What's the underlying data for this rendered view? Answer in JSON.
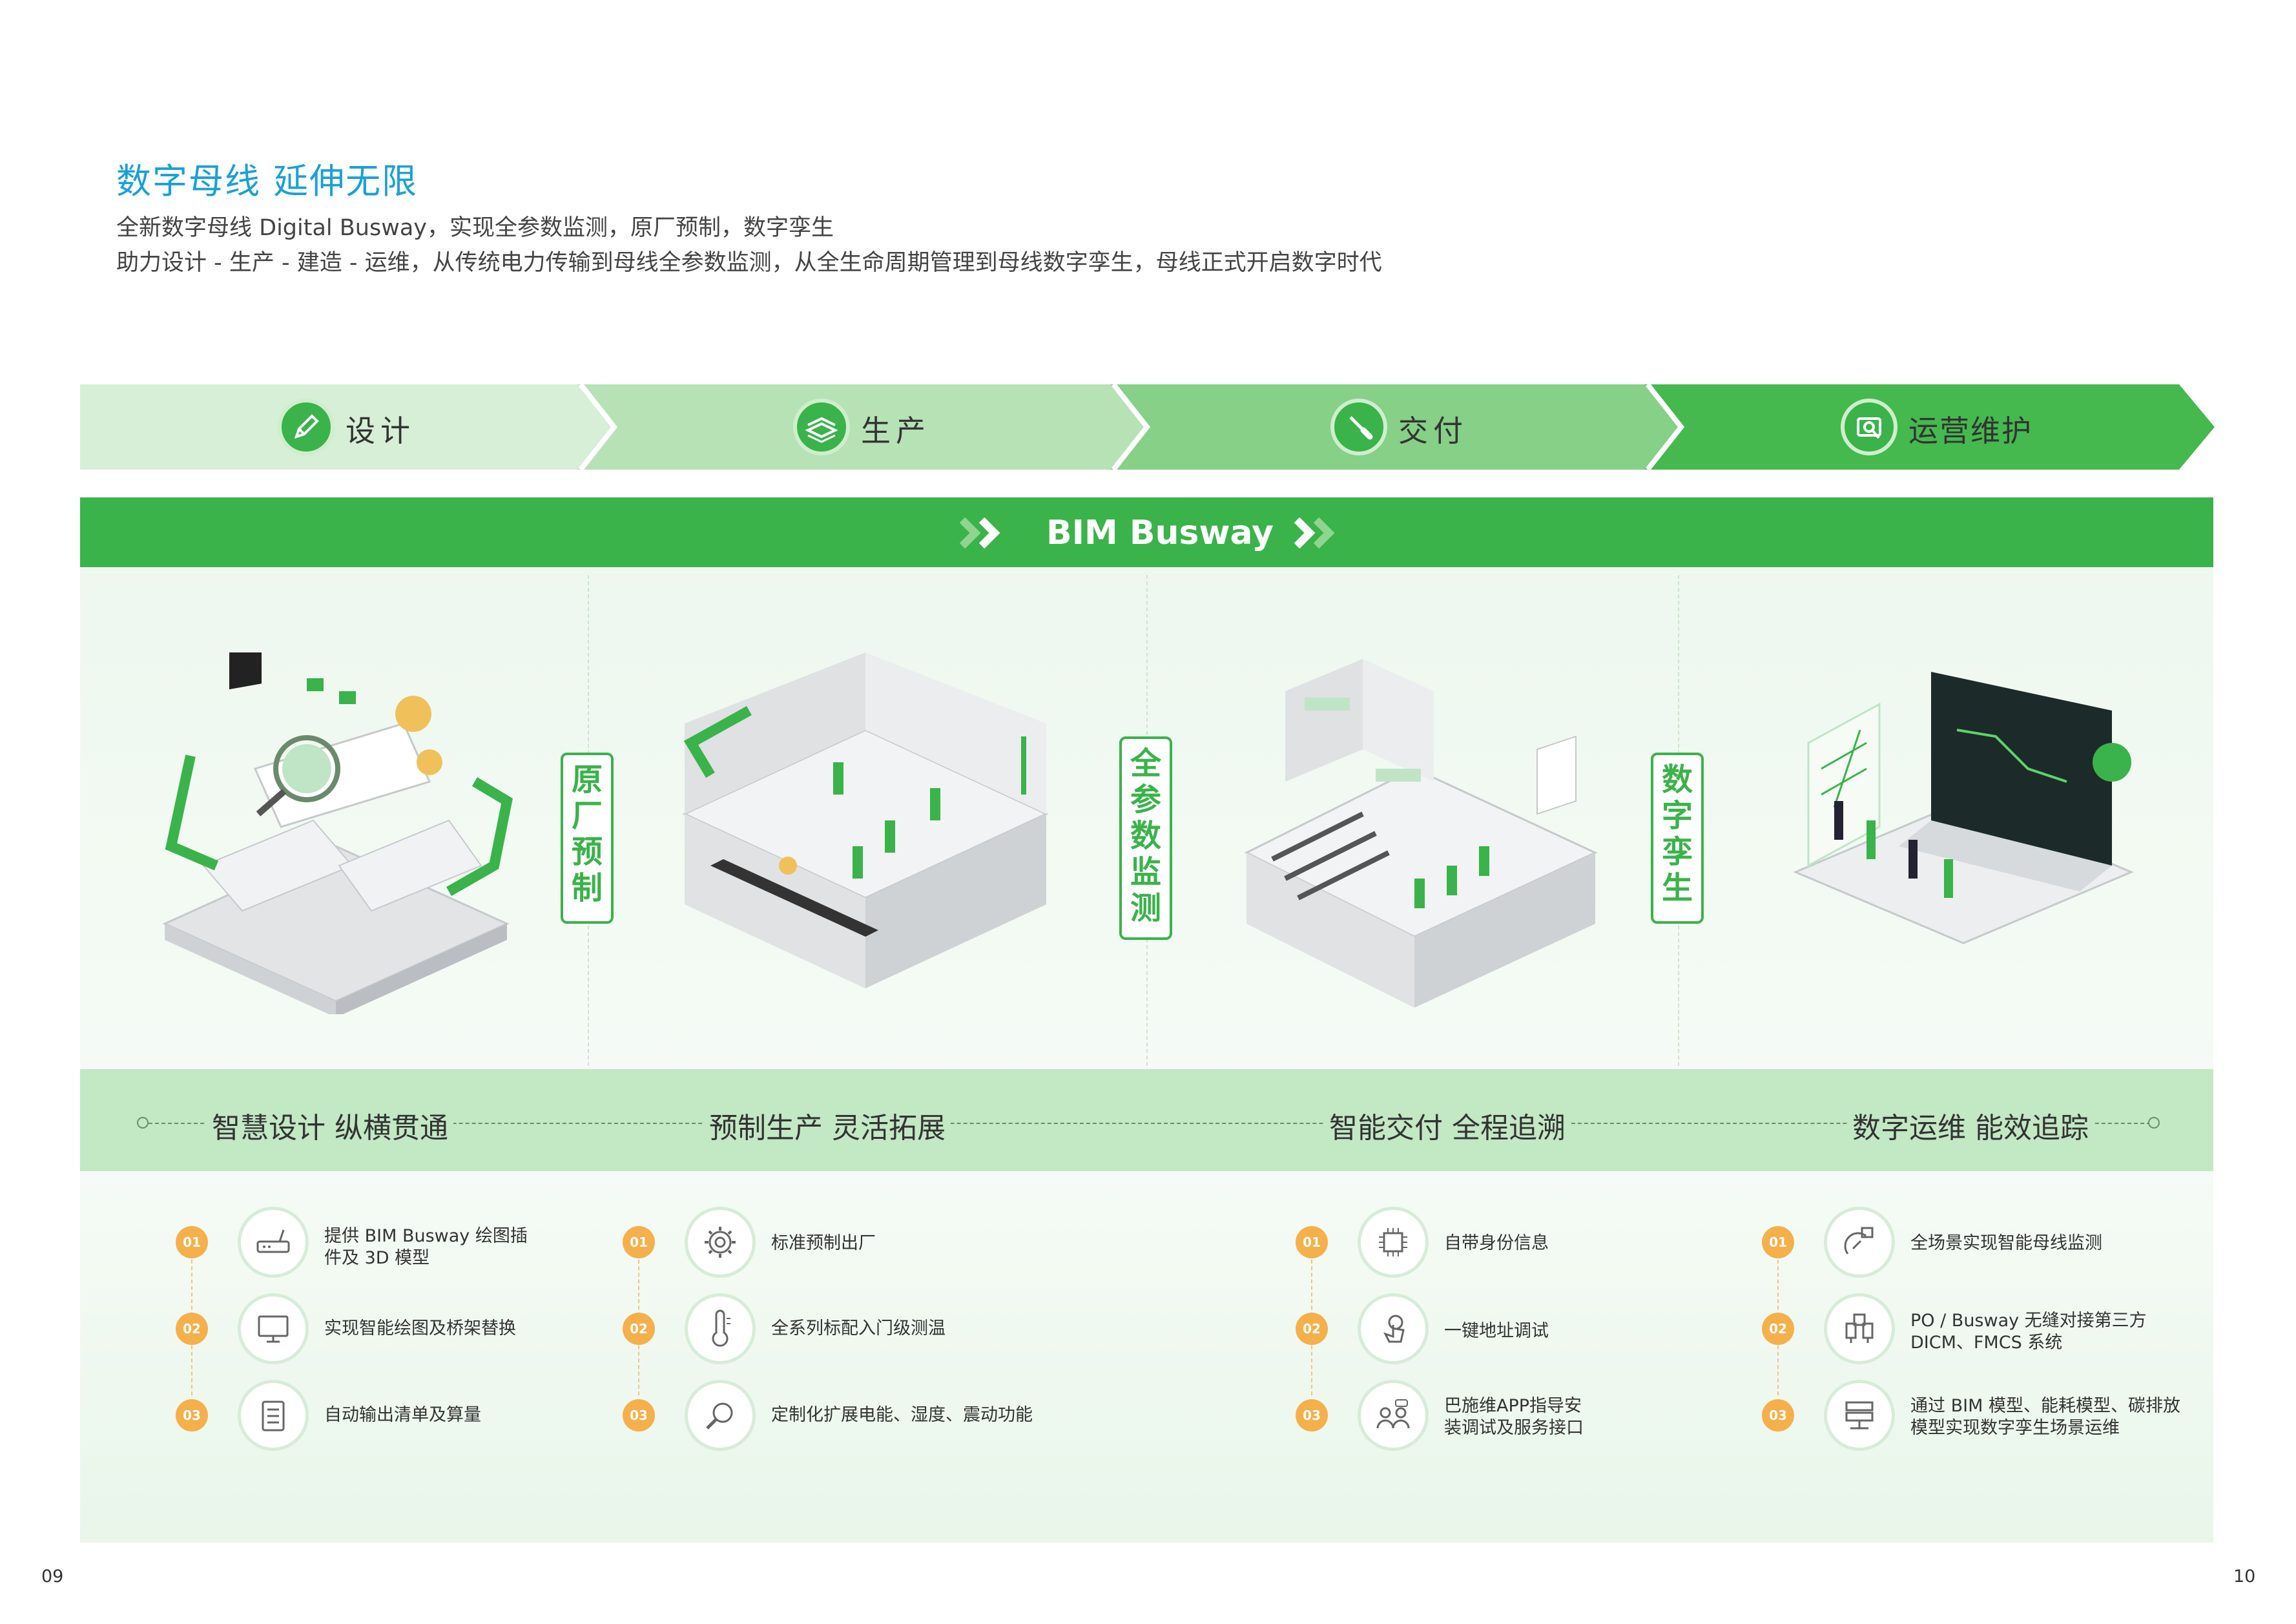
{
  "header": {
    "title": "数字母线 延伸无限",
    "subtitle_line1": "全新数字母线 Digital Busway，实现全参数监测，原厂预制，数字孪生",
    "subtitle_line2": "助力设计 - 生产 - 建造 - 运维，从传统电力传输到母线全参数监测，从全生命周期管理到母线数字孪生，母线正式开启数字时代"
  },
  "phases": [
    {
      "label": "设计",
      "icon": "pencil-icon",
      "color": "#d6efd6"
    },
    {
      "label": "生产",
      "icon": "stack-icon",
      "color": "#b6e2b6"
    },
    {
      "label": "交付",
      "icon": "screwdriver-icon",
      "color": "#86d088"
    },
    {
      "label": "运营维护",
      "icon": "maintenance-icon",
      "color": "#45b94d"
    }
  ],
  "bim_bar": {
    "title": "BIM Busway",
    "color": "#3ab34a"
  },
  "vertical_tags": [
    "原厂预制",
    "全参数监测",
    "数字孪生"
  ],
  "band": {
    "labels": [
      "智慧设计 纵横贯通",
      "预制生产 灵活拓展",
      "智能交付 全程追溯",
      "数字运维 能效追踪"
    ]
  },
  "features": [
    {
      "items": [
        {
          "num": "01",
          "icon": "router-icon",
          "text": "提供 BIM Busway 绘图插件及 3D 模型"
        },
        {
          "num": "02",
          "icon": "monitor-icon",
          "text": "实现智能绘图及桥架替换"
        },
        {
          "num": "03",
          "icon": "clipboard-icon",
          "text": "自动输出清单及算量"
        }
      ]
    },
    {
      "items": [
        {
          "num": "01",
          "icon": "gear-icon",
          "text": "标准预制出厂"
        },
        {
          "num": "02",
          "icon": "thermometer-icon",
          "text": "全系列标配入门级测温"
        },
        {
          "num": "03",
          "icon": "probe-icon",
          "text": "定制化扩展电能、湿度、震动功能"
        }
      ]
    },
    {
      "items": [
        {
          "num": "01",
          "icon": "chip-icon",
          "text": "自带身份信息"
        },
        {
          "num": "02",
          "icon": "touch-icon",
          "text": "一键地址调试"
        },
        {
          "num": "03",
          "icon": "team-icon",
          "text": "巴施维APP指导安装调试及服务接口"
        }
      ]
    },
    {
      "items": [
        {
          "num": "01",
          "icon": "satellite-icon",
          "text": "全场景实现智能母线监测"
        },
        {
          "num": "02",
          "icon": "devices-icon",
          "text": "PO / Busway 无缝对接第三方 DICM、FMCS 系统"
        },
        {
          "num": "03",
          "icon": "server-icon",
          "text": "通过 BIM 模型、能耗模型、碳排放模型实现数字孪生场景运维"
        }
      ]
    }
  ],
  "page_numbers": {
    "left": "09",
    "right": "10"
  }
}
